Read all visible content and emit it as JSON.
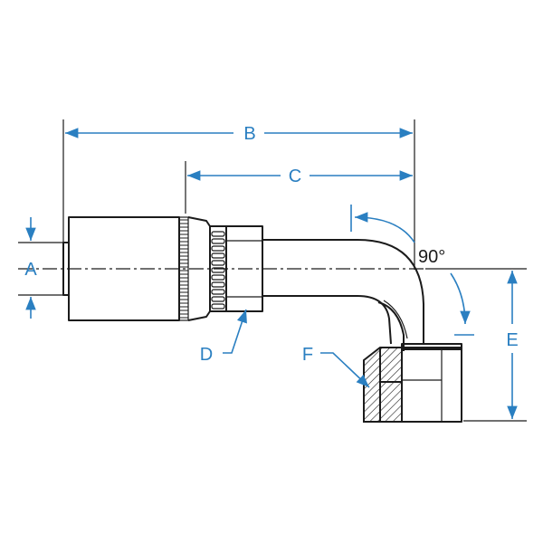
{
  "colors": {
    "dimension": "#2a7fc1",
    "line": "#1b1b1b",
    "background": "#ffffff"
  },
  "labels": {
    "A": "A",
    "B": "B",
    "C": "C",
    "D": "D",
    "E": "E",
    "F": "F",
    "angle": "90°"
  }
}
